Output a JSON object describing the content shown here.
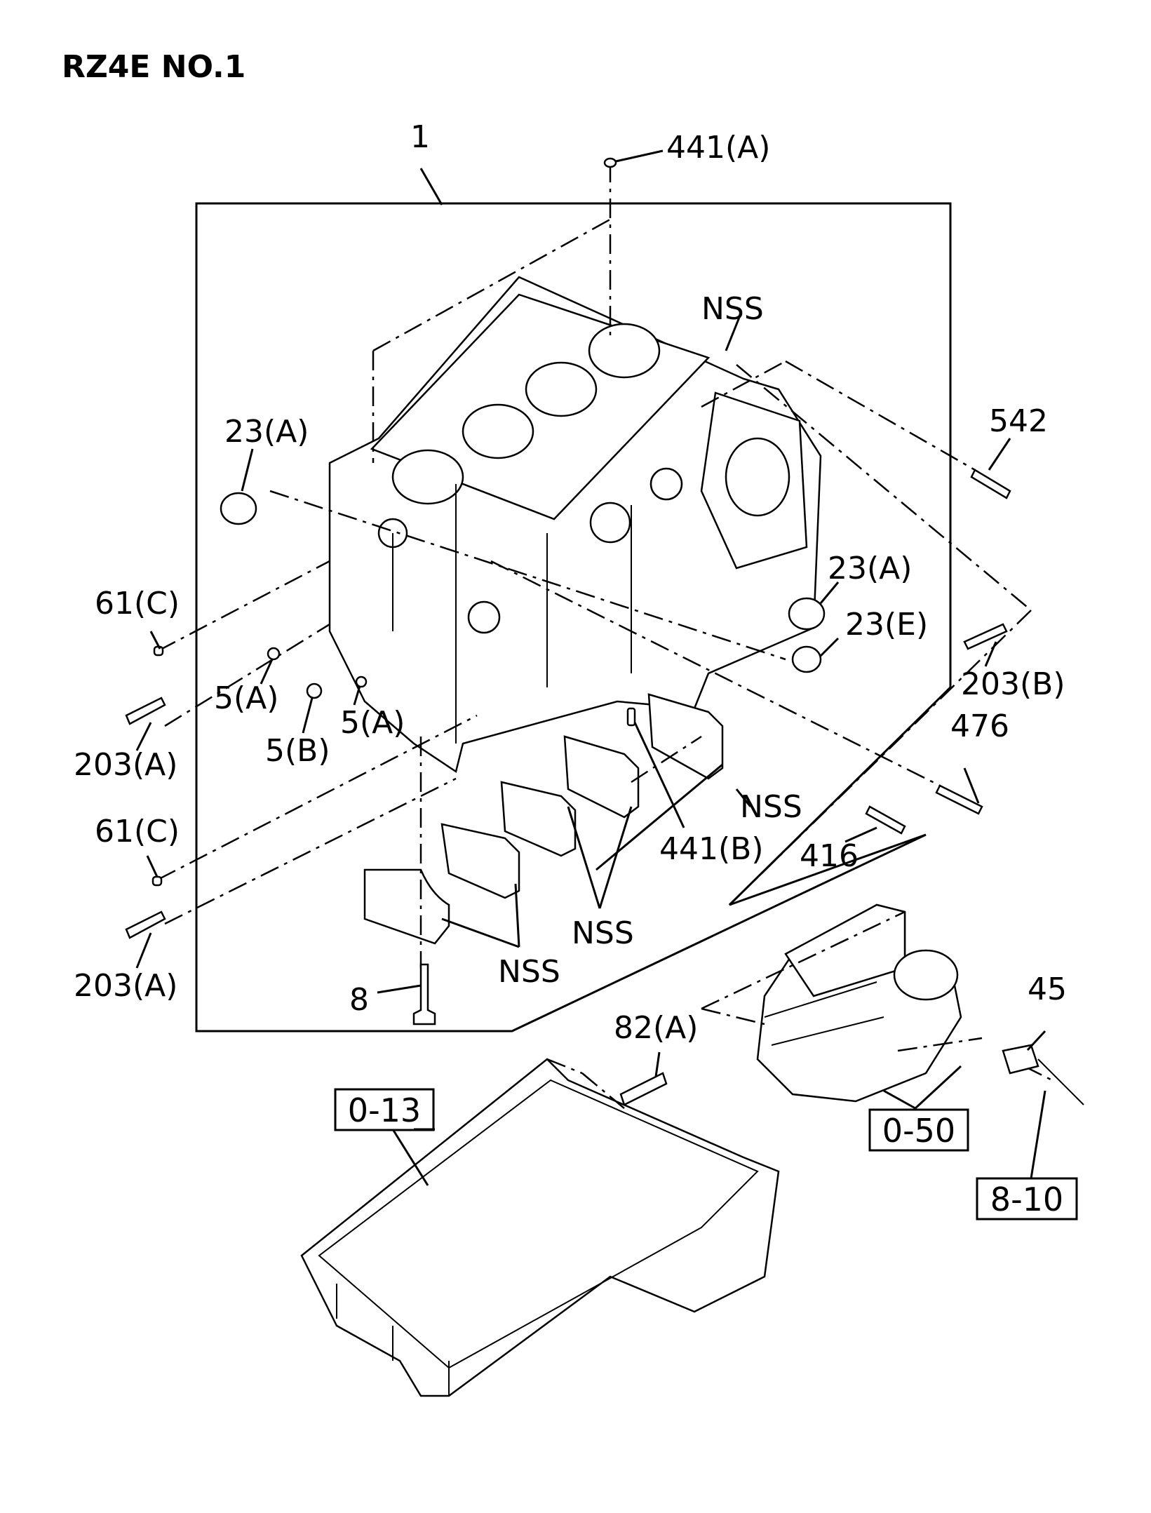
{
  "title": "RZ4E NO.1",
  "labels": {
    "l1": "1",
    "l441a": "441(A)",
    "lnss_top": "NSS",
    "l542": "542",
    "l23a_left": "23(A)",
    "l23a_right": "23(A)",
    "l23e": "23(E)",
    "l61c_1": "61(C)",
    "l5a_1": "5(A)",
    "l5a_2": "5(A)",
    "l5b": "5(B)",
    "l203a_1": "203(A)",
    "l203b": "203(B)",
    "l476": "476",
    "l61c_2": "61(C)",
    "l203a_2": "203(A)",
    "lnss_right": "NSS",
    "l441b": "441(B)",
    "l416": "416",
    "lnss_mid": "NSS",
    "lnss_bottom": "NSS",
    "l8": "8",
    "l82a": "82(A)",
    "l45": "45"
  },
  "boxed": {
    "b013": "0-13",
    "b050": "0-50",
    "b810": "8-10"
  }
}
